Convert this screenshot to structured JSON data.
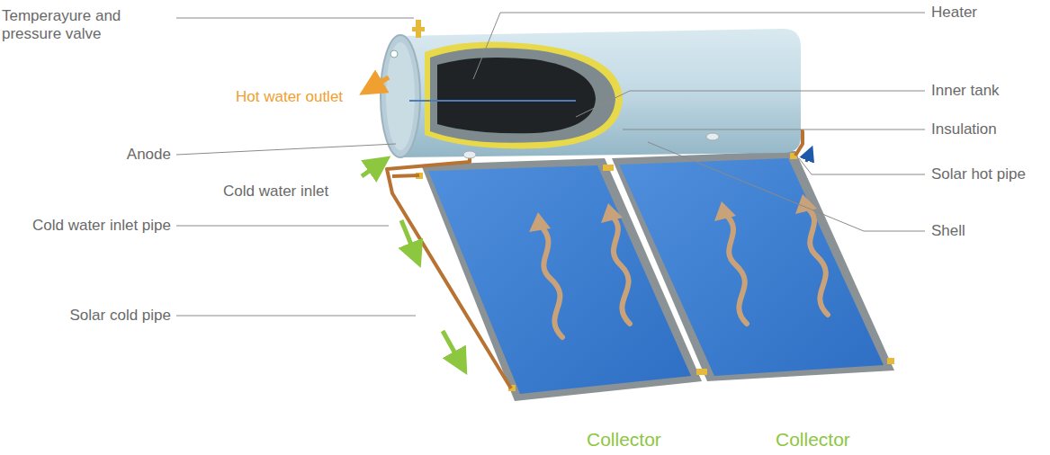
{
  "diagram": {
    "labels": [
      "Temperayure and pressure valve",
      "Hot water outlet",
      "Anode",
      "Cold water inlet",
      "Cold water inlet pipe",
      "Solar cold pipe",
      "Heater",
      "Inner tank",
      "Insulation",
      "Solar hot pipe",
      "Shell",
      "Collector",
      "Collector"
    ]
  }
}
